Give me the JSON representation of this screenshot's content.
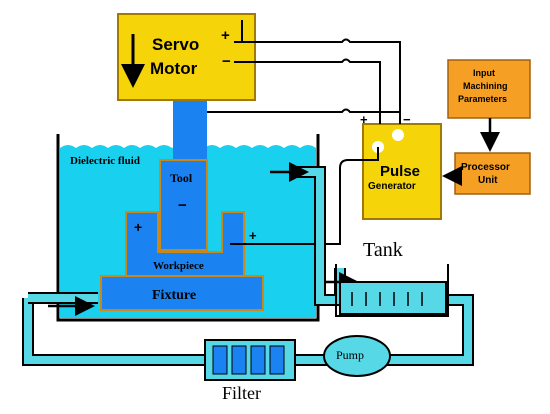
{
  "servo_motor": {
    "line1": "Servo",
    "line2": "Motor",
    "plus": "+",
    "minus": "−",
    "color": "#f5d50a"
  },
  "pulse_generator": {
    "line1": "Pulse",
    "line2": "Generator",
    "plus": "+",
    "minus": "−",
    "color": "#f5d50a"
  },
  "input_params": {
    "line1": "Input",
    "line2": "Machining",
    "line3": "Parameters",
    "color": "#f5a024"
  },
  "processor_unit": {
    "line1": "Processor",
    "line2": "Unit",
    "color": "#f5a024"
  },
  "tank": {
    "dielectric_label": "Dielectric fluid",
    "tank_label": "Tank",
    "fluid_color": "#19d0ee"
  },
  "tool": {
    "label": "Tool",
    "polarity": "−",
    "color": "#1b82f2"
  },
  "workpiece": {
    "label": "Workpiece",
    "polarity": "+",
    "terminal": "+",
    "color": "#1b82f2"
  },
  "fixture": {
    "label": "Fixture",
    "color": "#1b82f2"
  },
  "pump": {
    "label": "Pump"
  },
  "filter": {
    "label": "Filter"
  },
  "pipe_color": "#57d8e6"
}
